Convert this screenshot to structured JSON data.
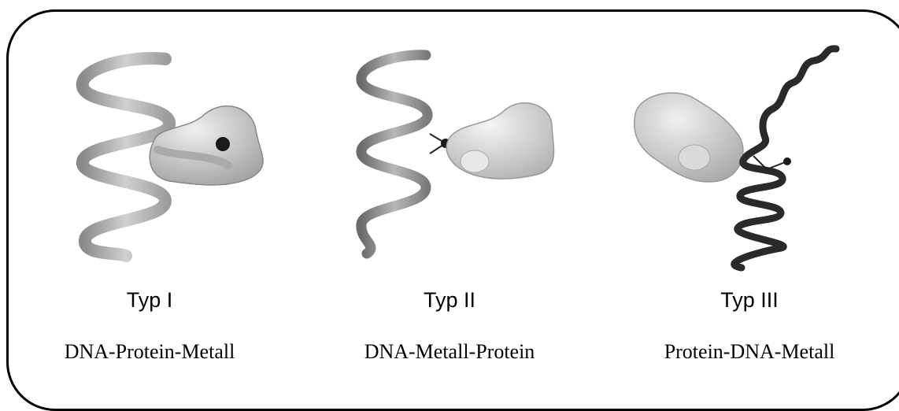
{
  "panels": [
    {
      "type_label": "Typ I",
      "description": "DNA-Protein-Metall"
    },
    {
      "type_label": "Typ II",
      "description": "DNA-Metall-Protein"
    },
    {
      "type_label": "Typ III",
      "description": "Protein-DNA-Metall"
    }
  ],
  "colors": {
    "helix_light": "#a8a8a8",
    "helix_dark": "#2a2a2a",
    "protein": "#d6d6d6",
    "metal": "#1a1a1a"
  }
}
